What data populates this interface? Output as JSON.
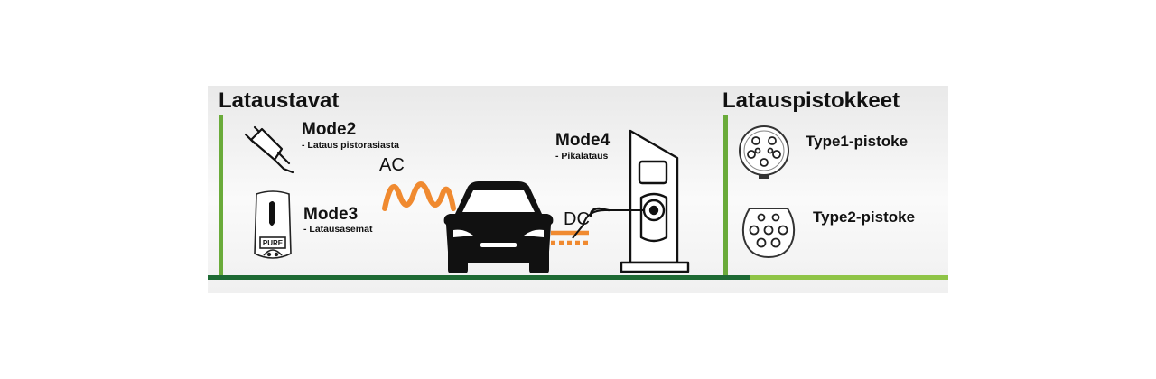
{
  "left_section": {
    "title": "Lataustavat",
    "mode2": {
      "title": "Mode2",
      "subtitle": "- Lataus pistorasiasta"
    },
    "mode3": {
      "title": "Mode3",
      "subtitle": "- Latausasemat",
      "wallbox_brand": "PURE"
    },
    "mode4": {
      "title": "Mode4",
      "subtitle": "- Pikalataus"
    },
    "ac_label": "AC",
    "dc_label": "DC"
  },
  "right_section": {
    "title": "Latauspistokkeet",
    "type1": {
      "label": "Type1-pistoke"
    },
    "type2": {
      "label": "Type2-pistoke"
    }
  },
  "colors": {
    "accent_green": "#6aab3a",
    "ground_dark_green": "#1e6a34",
    "ground_light_green": "#8fc447",
    "cable_orange": "#f08a30",
    "panel_grey": "#eeeeee"
  },
  "icons": [
    "plug-icon",
    "wallbox-icon",
    "car-icon",
    "ac-cable-icon",
    "dc-cable-icon",
    "charging-station-icon",
    "type1-connector-icon",
    "type2-connector-icon"
  ]
}
